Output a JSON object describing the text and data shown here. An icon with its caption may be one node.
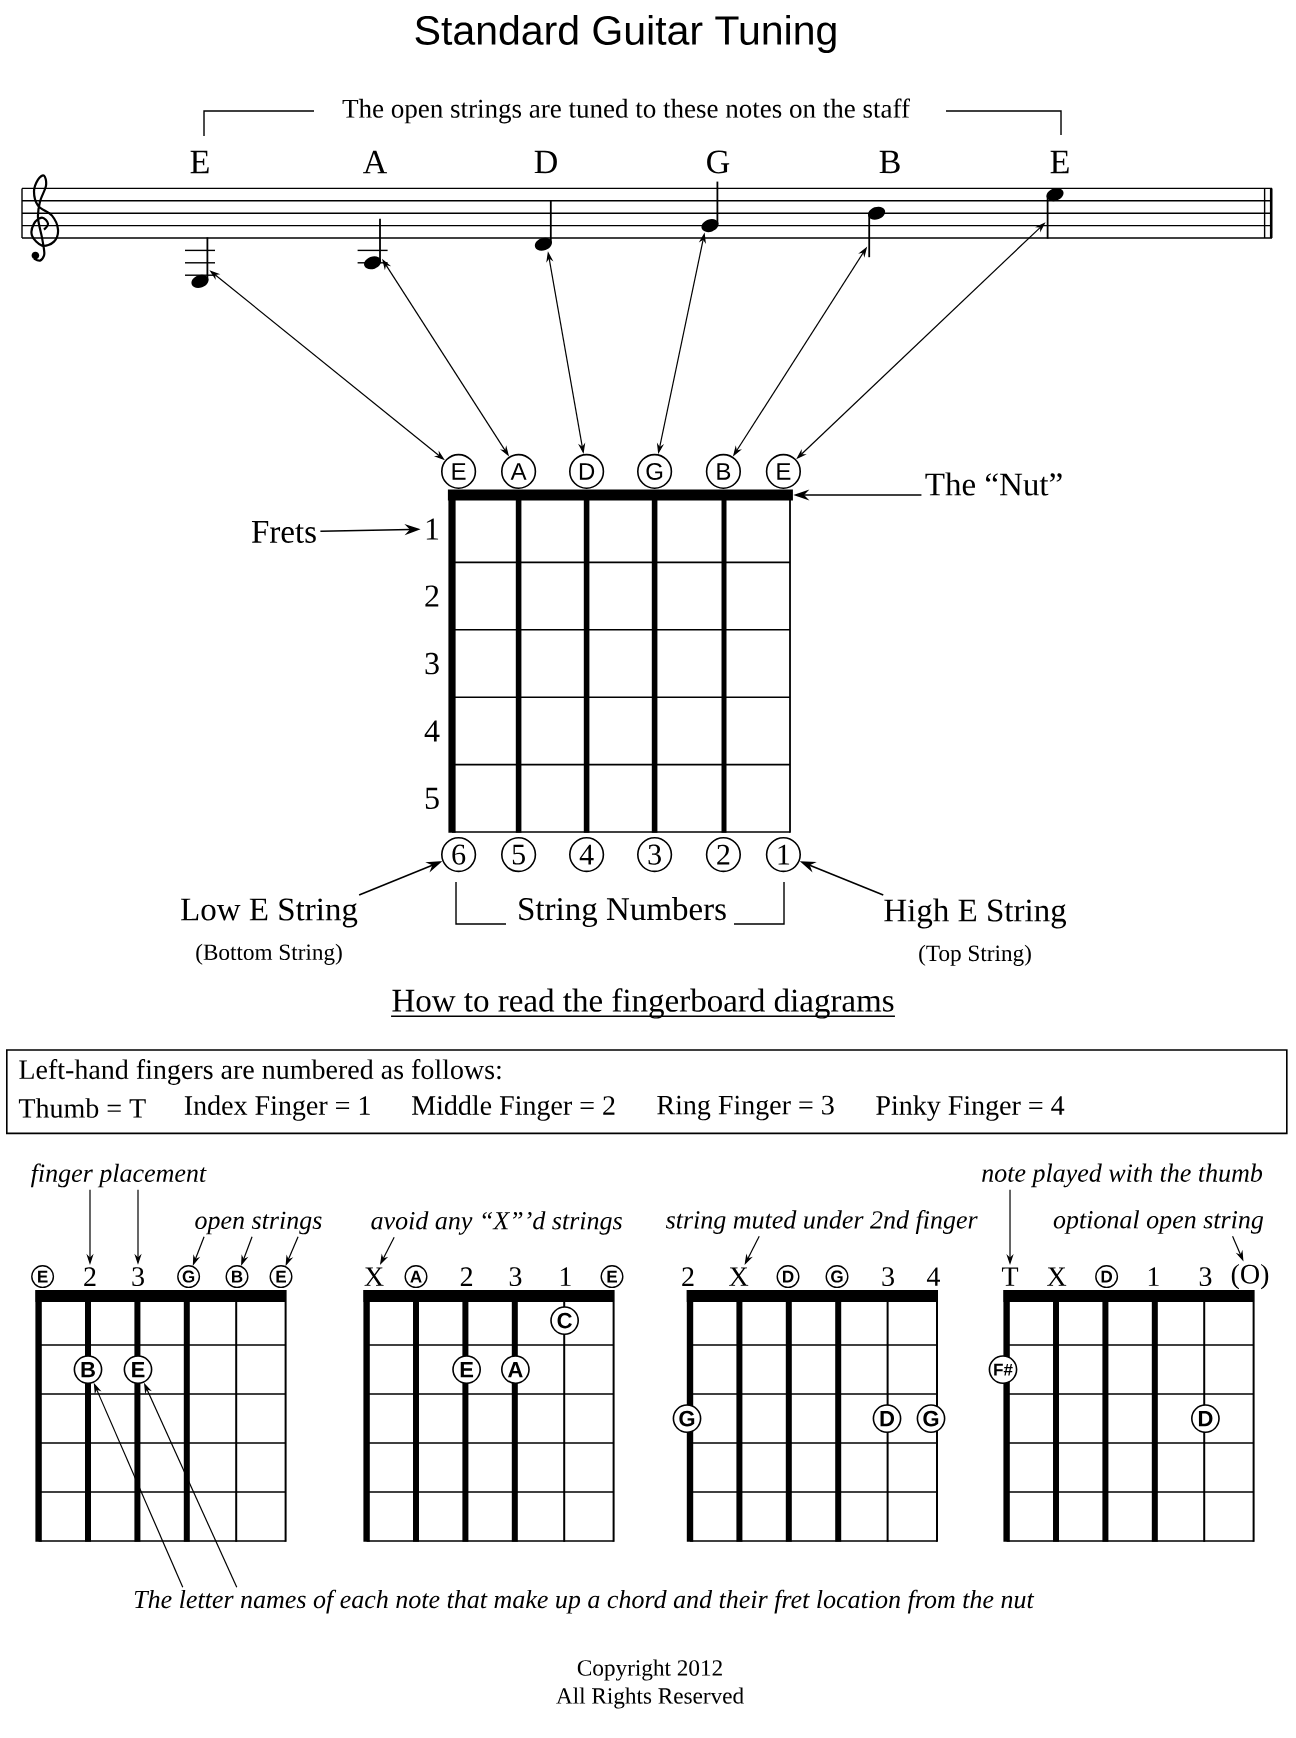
{
  "diagram": {
    "title": "Standard Guitar Tuning",
    "nodes": [
      {
        "text": [],
        "shape": "picture",
        "beside": [
          "E"
        ]
      },
      {
        "text": [],
        "shape": "picture",
        "beside": [
          "A"
        ]
      },
      {
        "text": [],
        "shape": "picture",
        "beside": [
          "D"
        ]
      },
      {
        "text": [],
        "shape": "picture",
        "beside": [
          "G"
        ]
      },
      {
        "text": [],
        "shape": "picture",
        "beside": [
          "B"
        ]
      },
      {
        "text": [],
        "shape": "picture",
        "beside": [
          "E"
        ]
      },
      {
        "text": [
          "E"
        ]
      },
      {
        "text": [
          "A"
        ]
      },
      {
        "text": [
          "D"
        ]
      },
      {
        "text": [
          "G"
        ]
      },
      {
        "text": [
          "B"
        ]
      },
      {
        "text": [
          "E"
        ]
      },
      {
        "text": [
          "The “Nut”"
        ]
      },
      {
        "text": [],
        "shape": "bar"
      },
      {
        "text": [
          "Frets"
        ]
      },
      {
        "text": [
          "1"
        ]
      },
      {
        "text": [
          "6"
        ]
      },
      {
        "text": [
          "5"
        ]
      },
      {
        "text": [
          "4"
        ]
      },
      {
        "text": [
          "3"
        ]
      },
      {
        "text": [
          "2"
        ]
      },
      {
        "text": [
          "1"
        ]
      },
      {
        "text": [
          "Low E String",
          "(Bottom String)"
        ]
      },
      {
        "text": [
          "High E String",
          "(Top String)"
        ]
      },
      {
        "text": [
          "Left-hand fingers are numbered as follows:",
          "Thumb = T",
          "Index Finger = 1",
          "Middle Finger = 2",
          "Ring Finger = 3",
          "Pinky Finger = 4"
        ]
      },
      {
        "text": [
          "finger placement"
        ]
      },
      {
        "text": [
          "note played with the thumb"
        ]
      },
      {
        "text": [
          "open strings"
        ]
      },
      {
        "text": [
          "avoid any “X”’d strings"
        ]
      },
      {
        "text": [
          "string muted under 2nd finger"
        ]
      },
      {
        "text": [
          "optional open string"
        ]
      },
      {
        "text": [
          "E"
        ]
      },
      {
        "text": [
          "2"
        ]
      },
      {
        "text": [
          "3"
        ]
      },
      {
        "text": [
          "G"
        ]
      },
      {
        "text": [
          "B"
        ]
      },
      {
        "text": [
          "E"
        ]
      },
      {
        "text": [
          "X"
        ]
      },
      {
        "text": [
          "A"
        ]
      },
      {
        "text": [
          "E"
        ]
      },
      {
        "text": [
          "X"
        ]
      },
      {
        "text": [
          "D"
        ]
      },
      {
        "text": [
          "G"
        ]
      },
      {
        "text": [
          "T"
        ]
      },
      {
        "text": [
          "D"
        ]
      },
      {
        "text": [
          "(O)"
        ]
      },
      {
        "text": [
          "C"
        ]
      },
      {
        "text": [
          "B"
        ]
      },
      {
        "text": [
          "E"
        ]
      },
      {
        "text": [
          "E"
        ]
      },
      {
        "text": [
          "A"
        ]
      },
      {
        "text": [
          "F#"
        ]
      },
      {
        "text": [
          "G"
        ]
      },
      {
        "text": [
          "D"
        ]
      },
      {
        "text": [
          "G"
        ]
      },
      {
        "text": [
          "D"
        ]
      },
      {
        "text": [
          "The letter names of each note that make up a chord and their fret location from the nut"
        ]
      }
    ],
    "edges": [
      {
        "from": 0,
        "to": 6,
        "arrow": "both"
      },
      {
        "from": 1,
        "to": 7,
        "arrow": "both"
      },
      {
        "from": 2,
        "to": 8,
        "arrow": "both"
      },
      {
        "from": 3,
        "to": 9,
        "arrow": "both"
      },
      {
        "from": 4,
        "to": 10,
        "arrow": "both"
      },
      {
        "from": 5,
        "to": 11,
        "arrow": "both"
      },
      {
        "from": 12,
        "to": 13,
        "arrow": "to"
      },
      {
        "from": 14,
        "to": 15,
        "arrow": "to"
      },
      {
        "from": 22,
        "to": 16,
        "arrow": "to"
      },
      {
        "from": 23,
        "to": 21,
        "arrow": "to"
      },
      {
        "from": 25,
        "to": 32,
        "arrow": "to"
      },
      {
        "from": 25,
        "to": 33,
        "arrow": "to"
      },
      {
        "from": 27,
        "to": 34,
        "arrow": "to"
      },
      {
        "from": 27,
        "to": 35,
        "arrow": "to"
      },
      {
        "from": 27,
        "to": 36,
        "arrow": "to"
      },
      {
        "from": 28,
        "to": 37,
        "arrow": "to"
      },
      {
        "from": 29,
        "to": 40,
        "arrow": "to"
      },
      {
        "from": 26,
        "to": 43,
        "arrow": "to"
      },
      {
        "from": 30,
        "to": 45,
        "arrow": "to"
      },
      {
        "from": 56,
        "to": 47,
        "arrow": "to"
      },
      {
        "from": 56,
        "to": 48,
        "arrow": "to"
      }
    ],
    "labels": [
      "The open strings are tuned to these notes on the staff",
      "2",
      "3",
      "4",
      "5",
      "String Numbers",
      "How to read the fingerboard diagrams",
      "2",
      "3",
      "1",
      "2",
      "3",
      "4",
      "X",
      "1",
      "3",
      "Copyright 2012",
      "All Rights Reserved"
    ]
  }
}
